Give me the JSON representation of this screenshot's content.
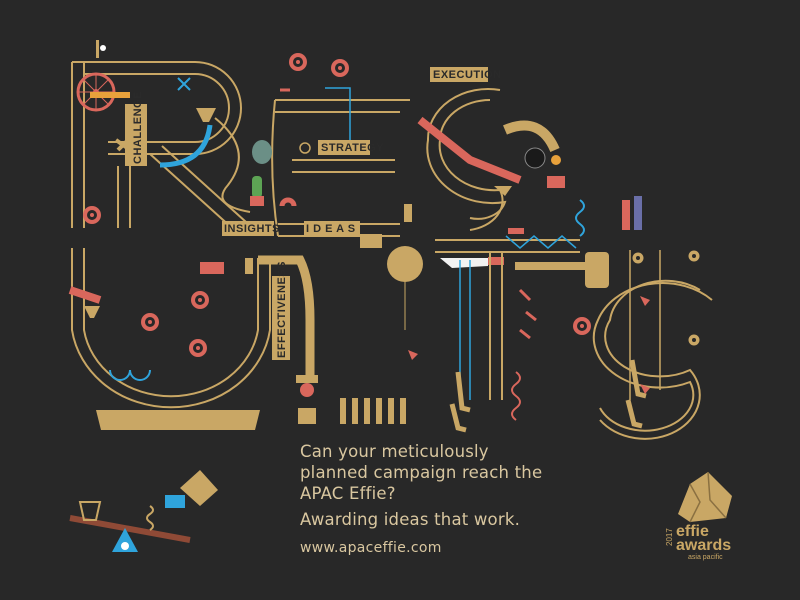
{
  "poster": {
    "headline": "Can your meticulously planned campaign reach the APAC Effie?",
    "tagline": "Awarding ideas that work.",
    "url": "www.apaceffie.com"
  },
  "machine_labels": {
    "challenge": "CHALLENGE",
    "execution": "EXECUTION",
    "strategy": "STRATEGY",
    "insights": "INSIGHTS",
    "ideas": "I D E A S",
    "effectiveness": "EFFECTIVENESS"
  },
  "logo": {
    "year": "2017",
    "word1": "effie",
    "word2": "awards",
    "region": "asia pacific"
  },
  "colors": {
    "background": "#282828",
    "gold": "#c9a765",
    "coral": "#d9675c",
    "blue": "#2fa4dc",
    "cream": "#d9c7a0"
  }
}
